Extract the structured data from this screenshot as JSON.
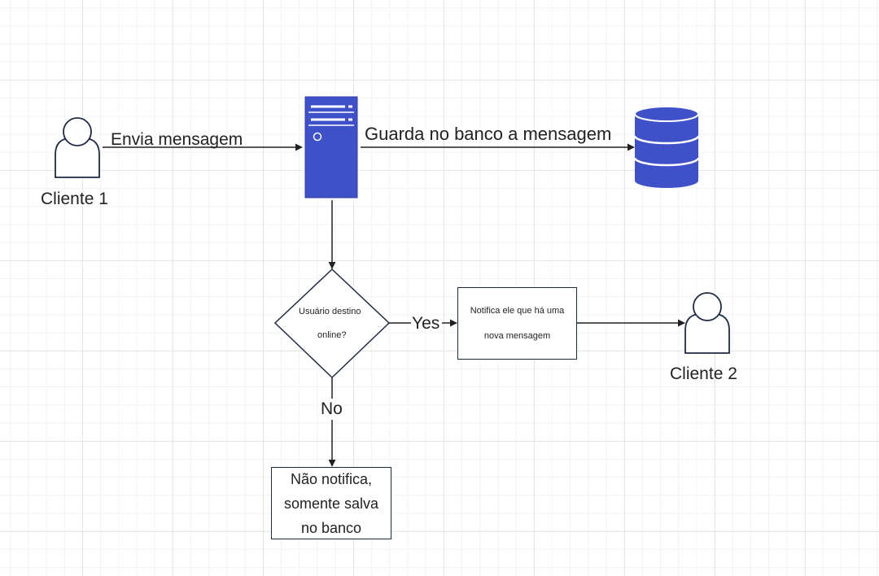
{
  "nodes": {
    "client1": {
      "label": "Cliente 1"
    },
    "client2": {
      "label": "Cliente 2"
    },
    "decision": {
      "line1": "Usuário destino",
      "line2": "online?"
    },
    "notify_box": {
      "line1": "Notifica ele que há uma",
      "line2": "nova mensagem"
    },
    "save_box": {
      "line1": "Não notifica,",
      "line2": "somente salva",
      "line3": "no banco"
    }
  },
  "edges": {
    "send": {
      "label": "Envia mensagem"
    },
    "store": {
      "label": "Guarda no banco a mensagem"
    },
    "yes": {
      "label": "Yes"
    },
    "no": {
      "label": "No"
    }
  },
  "colors": {
    "server": "#3f51c8",
    "database": "#3f51c8",
    "stroke": "#1f2a44",
    "grid": "#e6e6e6"
  },
  "icons": {
    "user": "user-icon",
    "server": "server-icon",
    "database": "database-icon"
  }
}
